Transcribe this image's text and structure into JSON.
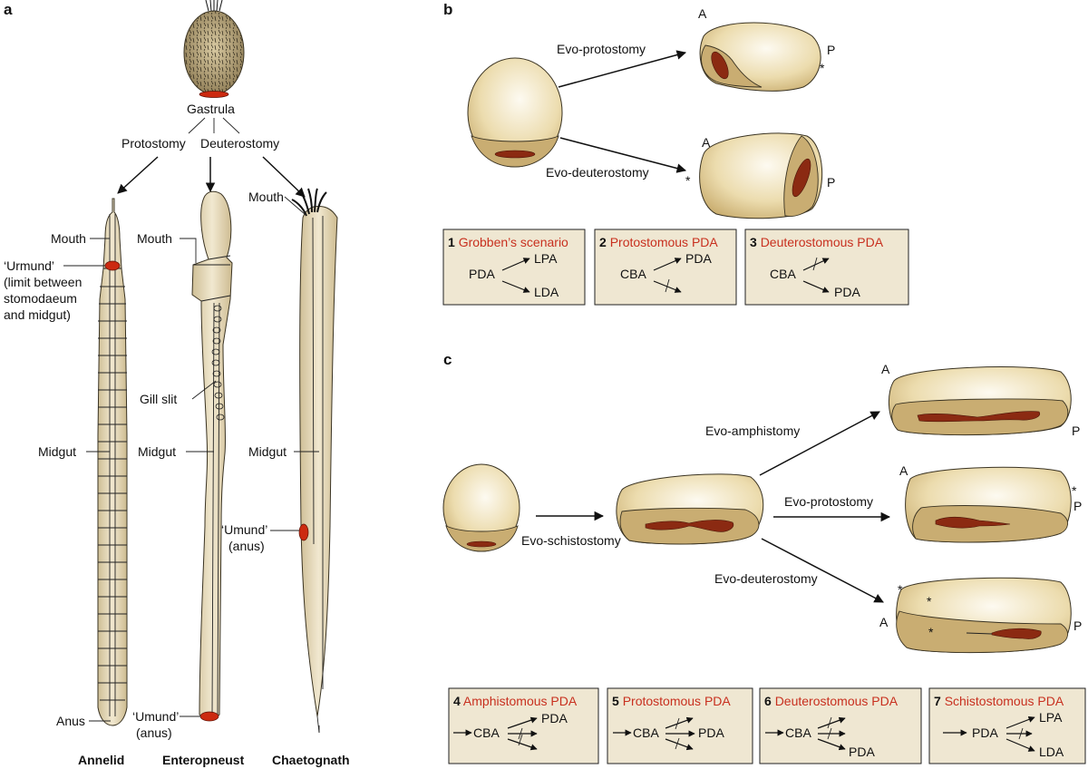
{
  "panels": {
    "a": {
      "letter": "a",
      "gastrula": "Gastrula",
      "protostomy": "Protostomy",
      "deuterostomy": "Deuterostomy",
      "annelid": {
        "mouth": "Mouth",
        "urmund_1": "‘Urmund’",
        "urmund_2": "(limit between",
        "urmund_3": "stomodaeum",
        "urmund_4": "and midgut)",
        "midgut": "Midgut",
        "anus": "Anus",
        "name": "Annelid"
      },
      "enteropneust": {
        "mouth": "Mouth",
        "gill_slit": "Gill slit",
        "midgut": "Midgut",
        "umund_1": "‘Umund’",
        "umund_2": "(anus)",
        "name": "Enteropneust"
      },
      "chaetognath": {
        "mouth": "Mouth",
        "midgut": "Midgut",
        "umund_1": "‘Umund’",
        "umund_2": "(anus)",
        "name": "Chaetognath"
      }
    },
    "b": {
      "letter": "b",
      "evo_protostomy": "Evo-protostomy",
      "evo_deuterostomy": "Evo-deuterostomy",
      "top_A": "A",
      "top_P": "P",
      "bottom_A": "A",
      "bottom_P": "P",
      "star": "*",
      "boxes": [
        {
          "num": "1",
          "title": "Grobben’s scenario",
          "src": "PDA",
          "up": "LPA",
          "down": "LDA"
        },
        {
          "num": "2",
          "title": "Protostomous PDA",
          "src": "CBA",
          "up": "PDA"
        },
        {
          "num": "3",
          "title": "Deuterostomous PDA",
          "src": "CBA",
          "down": "PDA"
        }
      ]
    },
    "c": {
      "letter": "c",
      "evo_schistostomy": "Evo-schistostomy",
      "evo_amphistomy": "Evo-amphistomy",
      "evo_protostomy": "Evo-protostomy",
      "evo_deuterostomy": "Evo-deuterostomy",
      "A": "A",
      "P": "P",
      "star": "*",
      "boxes": [
        {
          "num": "4",
          "title": "Amphistomous PDA",
          "src": "CBA",
          "up": "PDA"
        },
        {
          "num": "5",
          "title": "Protostomous PDA",
          "src": "CBA",
          "mid": "PDA"
        },
        {
          "num": "6",
          "title": "Deuterostomous PDA",
          "src": "CBA",
          "down": "PDA"
        },
        {
          "num": "7",
          "title": "Schistostomous PDA",
          "src": "PDA",
          "up": "LPA",
          "down": "LDA"
        }
      ]
    }
  }
}
